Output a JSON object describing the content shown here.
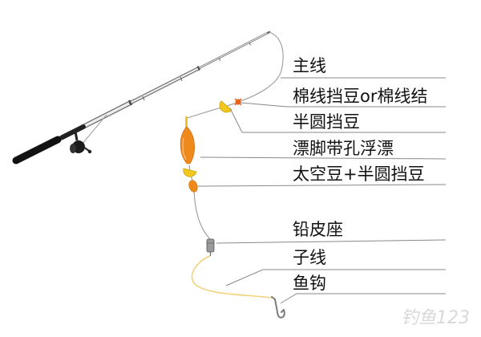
{
  "diagram": {
    "labels": {
      "main_line": "主线",
      "cotton_stopper": "棉线挡豆or棉线结",
      "half_round_stopper": "半圆挡豆",
      "float": "漂脚带孔浮漂",
      "space_bean": "太空豆+半圆挡豆",
      "sinker_seat": "铅皮座",
      "leader": "子线",
      "hook": "鱼钩"
    },
    "colors": {
      "float_body": "#f0891c",
      "float_tip": "#f4c21c",
      "stopper_bead": "#f2c81e",
      "space_bean": "#ef8a1a",
      "cotton_knot": "#e8651a",
      "leader_line": "#f2d27c",
      "sinker": "#9a9a9a",
      "rod_handle": "#111111"
    }
  },
  "watermark": "钓鱼123"
}
